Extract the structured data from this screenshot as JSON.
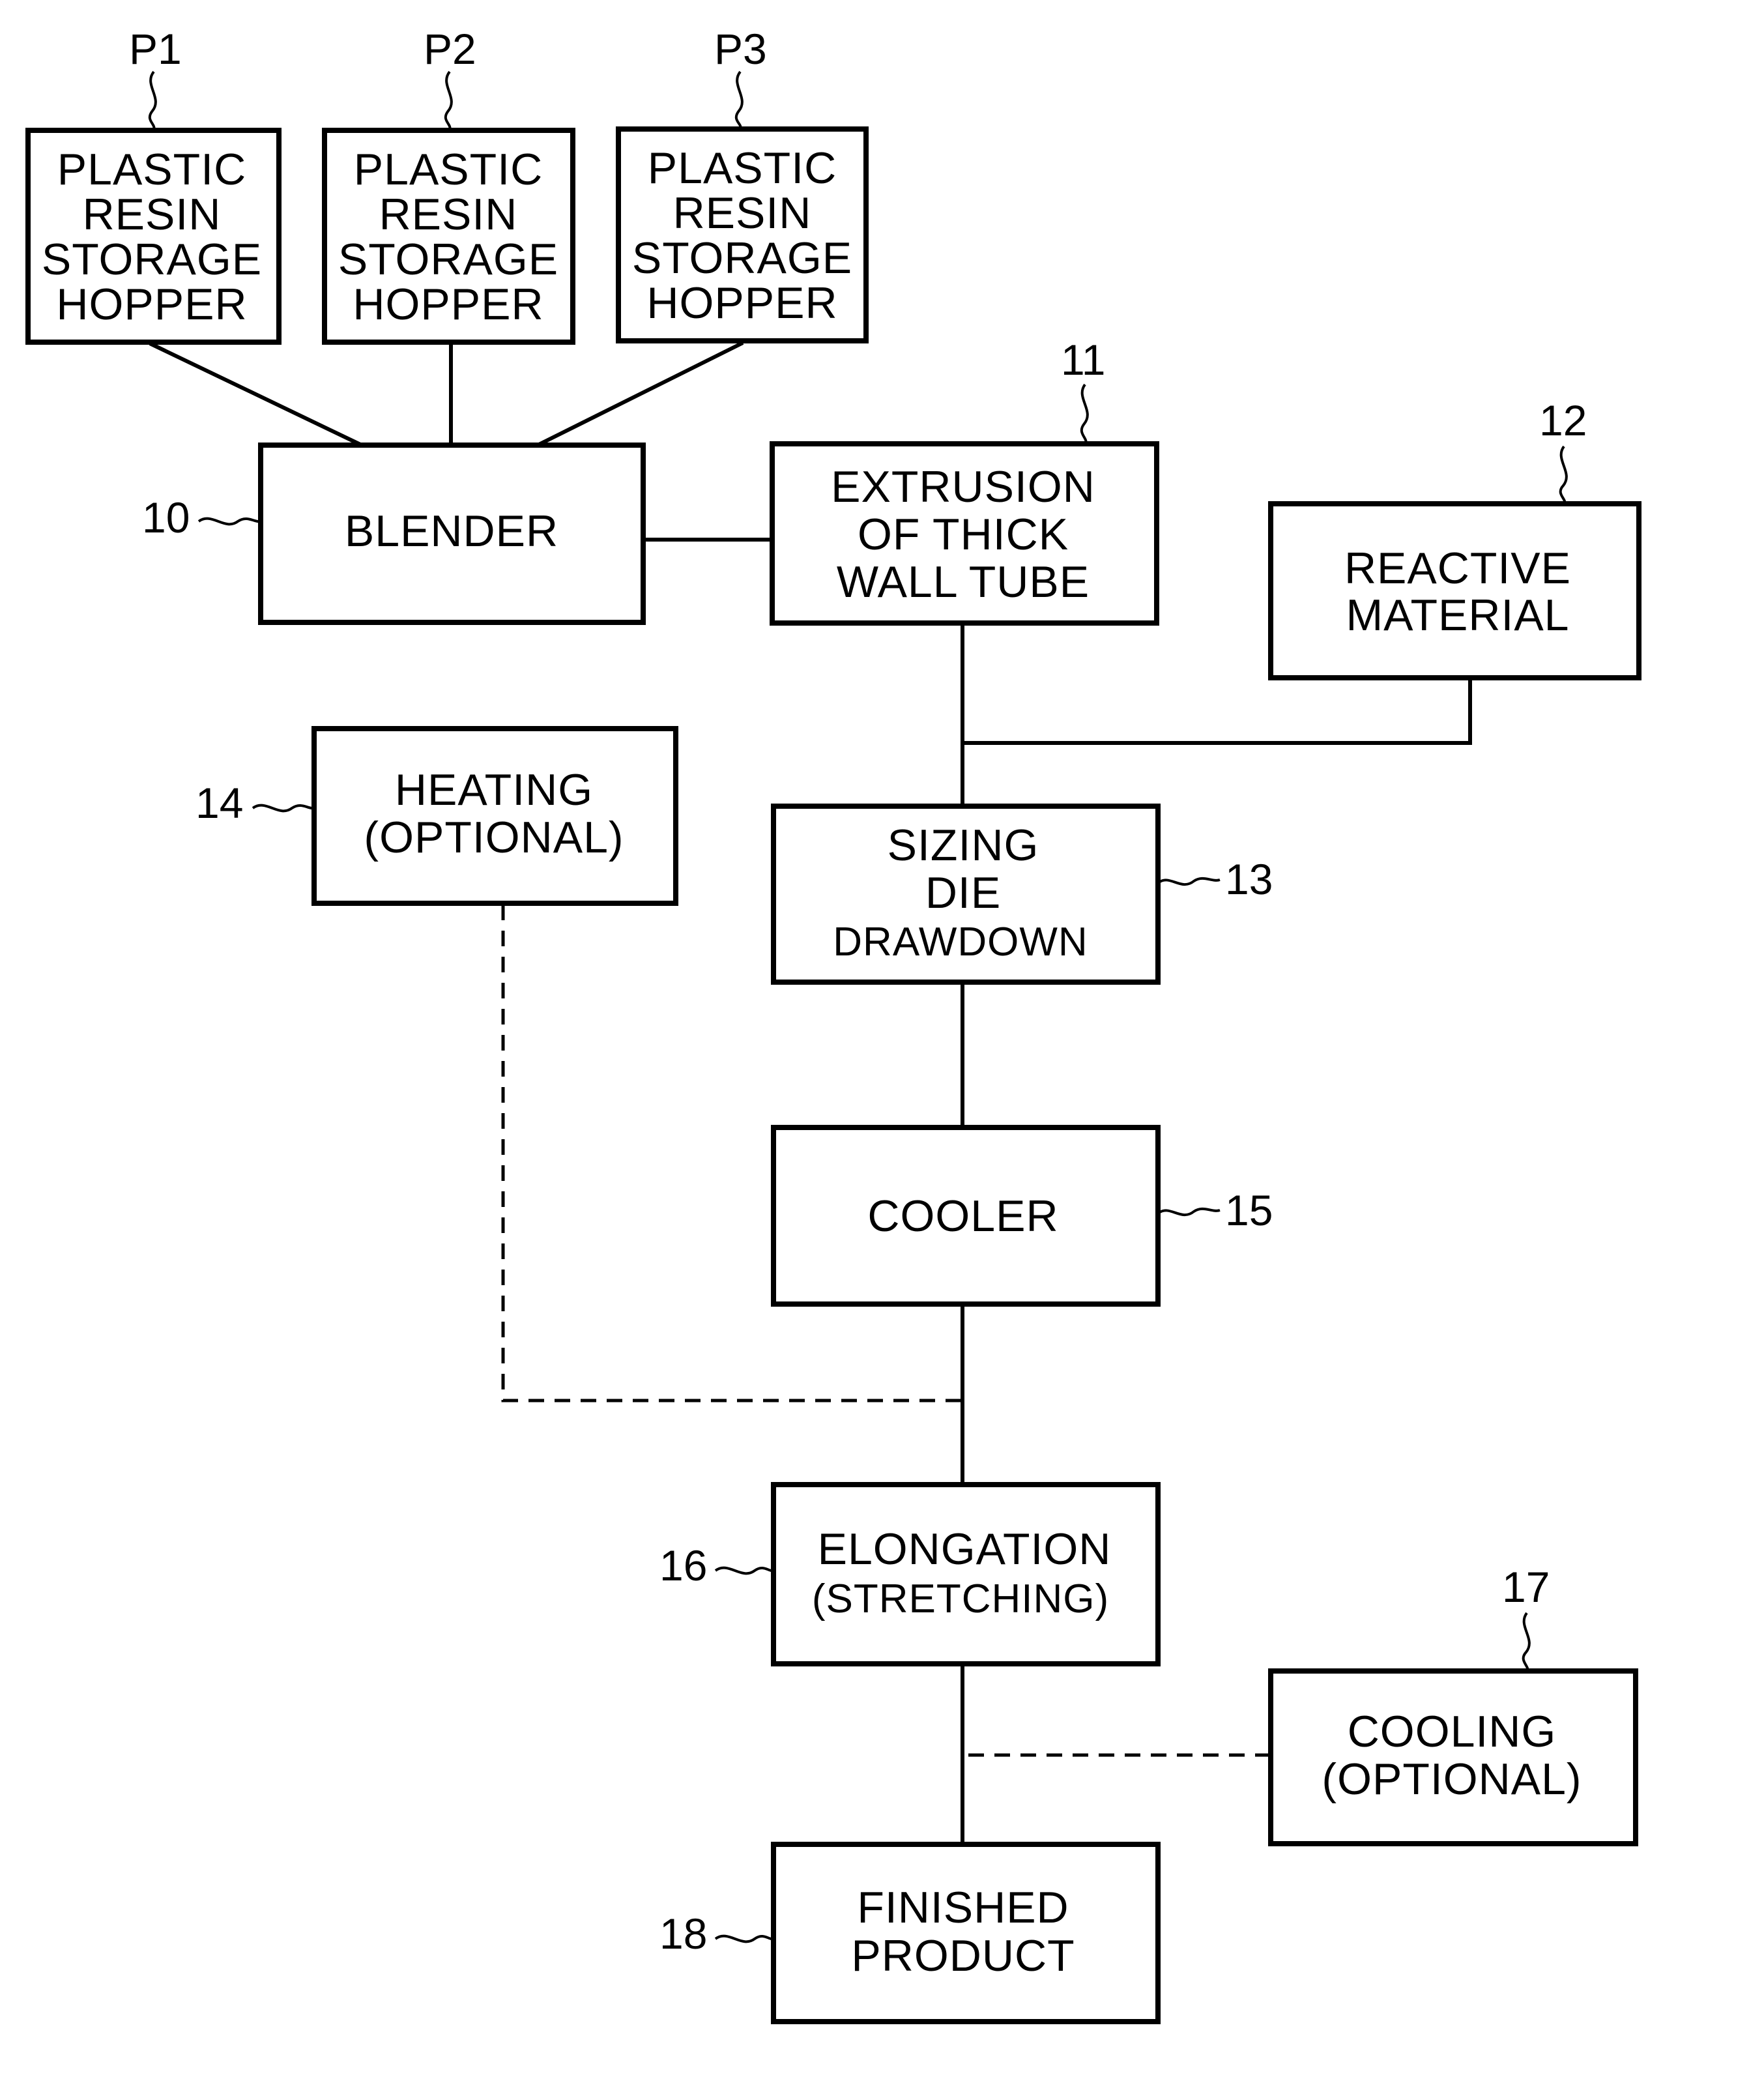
{
  "nodes": {
    "p1": {
      "ref": "P1",
      "lines": [
        "PLASTIC",
        "RESIN",
        "STORAGE",
        "HOPPER"
      ]
    },
    "p2": {
      "ref": "P2",
      "lines": [
        "PLASTIC",
        "RESIN",
        "STORAGE",
        "HOPPER"
      ]
    },
    "p3": {
      "ref": "P3",
      "lines": [
        "PLASTIC",
        "RESIN",
        "STORAGE",
        "HOPPER"
      ]
    },
    "blender": {
      "ref": "10",
      "lines": [
        "BLENDER"
      ]
    },
    "extrusion": {
      "ref": "11",
      "lines": [
        "EXTRUSION",
        "OF THICK",
        "WALL TUBE"
      ]
    },
    "reactive": {
      "ref": "12",
      "lines": [
        "REACTIVE",
        "MATERIAL"
      ]
    },
    "sizing": {
      "ref": "13",
      "lines": [
        "SIZING",
        "DIE",
        "DRAWDOWN"
      ]
    },
    "heating": {
      "ref": "14",
      "lines": [
        "HEATING",
        "(OPTIONAL)"
      ]
    },
    "cooler": {
      "ref": "15",
      "lines": [
        "COOLER"
      ]
    },
    "elongation": {
      "ref": "16",
      "lines": [
        "ELONGATION",
        "(STRETCHING)"
      ]
    },
    "cooling": {
      "ref": "17",
      "lines": [
        "COOLING",
        "(OPTIONAL)"
      ]
    },
    "finished": {
      "ref": "18",
      "lines": [
        "FINISHED",
        "PRODUCT"
      ]
    }
  },
  "edges": [
    {
      "from": "p1",
      "to": "blender",
      "style": "solid"
    },
    {
      "from": "p2",
      "to": "blender",
      "style": "solid"
    },
    {
      "from": "p3",
      "to": "blender",
      "style": "solid"
    },
    {
      "from": "blender",
      "to": "extrusion",
      "style": "solid"
    },
    {
      "from": "extrusion",
      "to": "sizing",
      "style": "solid"
    },
    {
      "from": "reactive",
      "to": "sizing",
      "style": "solid"
    },
    {
      "from": "sizing",
      "to": "cooler",
      "style": "solid"
    },
    {
      "from": "cooler",
      "to": "elongation",
      "style": "solid"
    },
    {
      "from": "heating",
      "to": "elongation",
      "style": "dashed"
    },
    {
      "from": "elongation",
      "to": "finished",
      "style": "solid"
    },
    {
      "from": "cooling",
      "to": "finished",
      "style": "dashed"
    }
  ]
}
